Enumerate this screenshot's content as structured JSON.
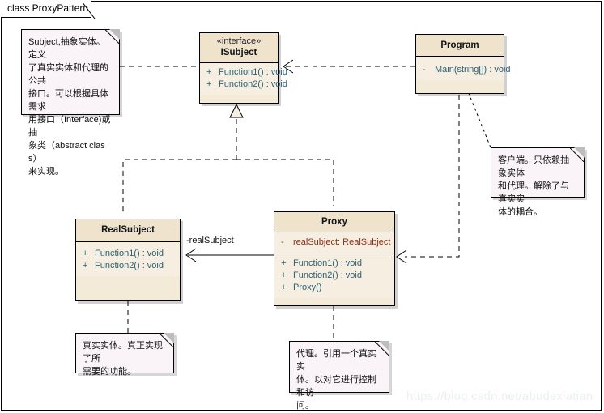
{
  "frame": {
    "label": "class ProxyPattern"
  },
  "classes": {
    "isubject": {
      "stereotype": "«interface»",
      "name": "ISubject",
      "operations": [
        {
          "visibility": "+",
          "text": "Function1() : void"
        },
        {
          "visibility": "+",
          "text": "Function2() : void"
        }
      ]
    },
    "program": {
      "name": "Program",
      "operations": [
        {
          "visibility": "-",
          "text": "Main(string[]) : void"
        }
      ]
    },
    "realsubject": {
      "name": "RealSubject",
      "operations": [
        {
          "visibility": "+",
          "text": "Function1() : void"
        },
        {
          "visibility": "+",
          "text": "Function2() : void"
        }
      ]
    },
    "proxy": {
      "name": "Proxy",
      "attributes": [
        {
          "visibility": "-",
          "text": "realSubject:  RealSubject"
        }
      ],
      "operations": [
        {
          "visibility": "+",
          "text": "Function1() : void"
        },
        {
          "visibility": "+",
          "text": "Function2() : void"
        },
        {
          "visibility": "+",
          "text": "Proxy()"
        }
      ]
    }
  },
  "notes": {
    "isubject_note": "Subject,抽象实体。定义\n了真实实体和代理的公共\n接口。可以根据具体需求\n用接口（Interface)或抽\n象类（abstract class）\n来实现。",
    "program_note": "客户端。只依赖抽象实体\n和代理。解除了与真实实\n体的耦合。",
    "realsubject_note": "真实实体。真正实现了所\n需要的功能。",
    "proxy_note": "代理。引用一个真实实\n体。以对它进行控制和访\n问。"
  },
  "edges": {
    "association_label": "-realSubject"
  },
  "watermark": {
    "text": "https://blog.csdn.net/abudexiatian"
  },
  "colors": {
    "class_fill": "#f6efe1",
    "class_header_fill": "#efe3cc",
    "note_fill": "#faf4f8",
    "member_text": "#2d6073",
    "attribute_text": "#8a2e16",
    "line": "#000000"
  }
}
